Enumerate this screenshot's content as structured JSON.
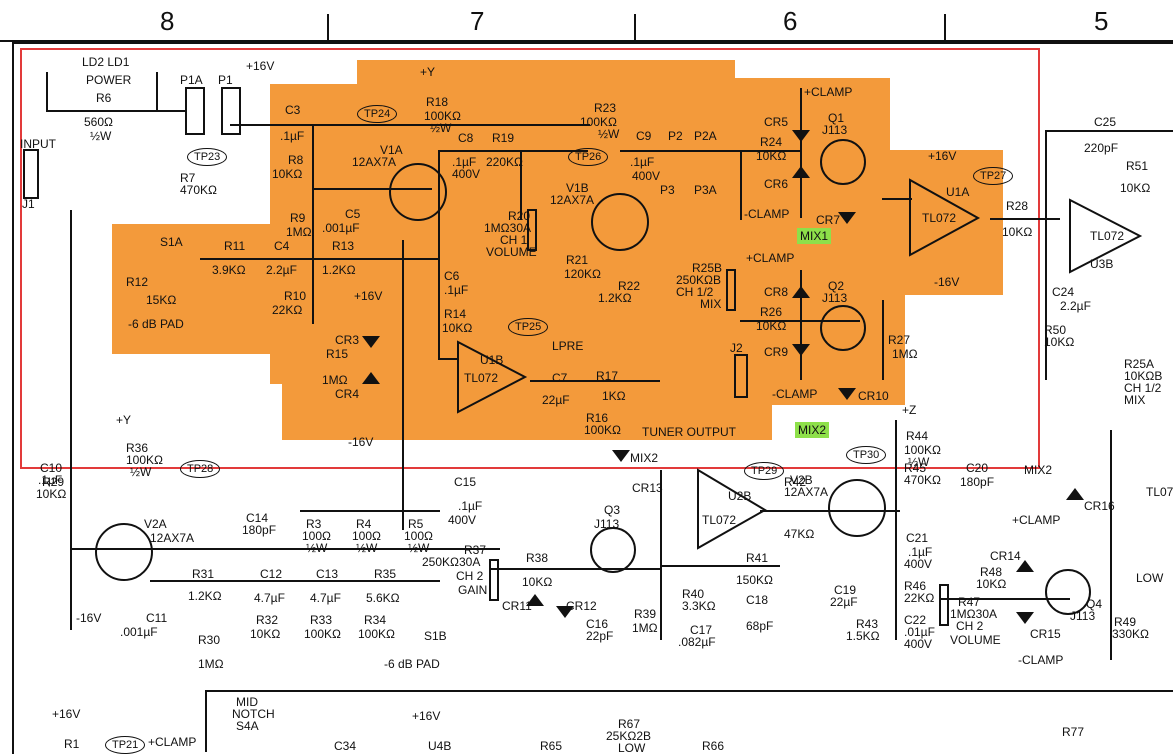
{
  "zones": [
    "8",
    "7",
    "6",
    "5"
  ],
  "highlight_color": "#f39a3b",
  "selection_color": "#e23a3a",
  "net_color": "#8ee04a",
  "test_points": [
    "TP24",
    "TP23",
    "TP26",
    "TP27",
    "TP25",
    "TP28",
    "TP29",
    "TP30",
    "TP21"
  ],
  "net_labels": [
    "MIX1",
    "MIX2"
  ],
  "labels": {
    "ld": "LD2 LD1",
    "power": "POWER",
    "p1a": "P1A",
    "p1": "P1",
    "v16": "+16V",
    "r6": "R6",
    "r6v": "560Ω",
    "r6w": "½W",
    "input": "INPUT",
    "j1": "J1",
    "r7": "R7",
    "r7v": "470KΩ",
    "c3": "C3",
    "c3v": ".1µF",
    "r8": "R8",
    "r8v": "10KΩ",
    "r9": "R9",
    "r9v": "1MΩ",
    "c5": "C5",
    "c5v": ".001µF",
    "s1a": "S1A",
    "r11": "R11",
    "r11v": "3.9KΩ",
    "c4": "C4",
    "c4v": "2.2µF",
    "r13": "R13",
    "r13v": "1.2KΩ",
    "r12": "R12",
    "r12v": "15KΩ",
    "r10": "R10",
    "r10v": "22KΩ",
    "pad": "-6 dB PAD",
    "v1a": "V1A",
    "v1at": "12AX7A",
    "r18": "R18",
    "r18v": "100KΩ",
    "r18w": "½W",
    "vy": "+Y",
    "c8": "C8",
    "c8v": ".1µF",
    "c8w": "400V",
    "r19": "R19",
    "r19v": "220KΩ",
    "c6": "C6",
    "c6v": ".1µF",
    "r14": "R14",
    "r14v": "10KΩ",
    "cr3": "CR3",
    "cr4": "CR4",
    "r15": "R15",
    "r15v": "1MΩ",
    "m16": "-16V",
    "r20": "R20",
    "r20v": "1MΩ30A",
    "r20c": "CH 1",
    "volume": "VOLUME",
    "r21": "R21",
    "r21v": "120KΩ",
    "r23": "R23",
    "r23v": "100KΩ",
    "r23w": "½W",
    "c9": "C9",
    "c9v": ".1µF",
    "c9w": "400V",
    "p2": "P2",
    "p2a": "P2A",
    "p3": "P3",
    "p3a": "P3A",
    "v1b": "V1B",
    "v1bt": "12AX7A",
    "r22": "R22",
    "r22v": "1.2KΩ",
    "u1b": "U1B",
    "tl072": "TL072",
    "lpre": "LPRE",
    "c7": "C7",
    "c7v": "22µF",
    "r17": "R17",
    "r17v": "1KΩ",
    "r16": "R16",
    "r16v": "100KΩ",
    "tuner": "TUNER OUTPUT",
    "j2": "J2",
    "r25b": "R25B",
    "r25bv": "250KΩB",
    "r25bc": "CH 1/2",
    "mix": "MIX",
    "clamp": "+CLAMP",
    "mclamp": "-CLAMP",
    "cr5": "CR5",
    "cr6": "CR6",
    "cr7": "CR7",
    "cr8": "CR8",
    "cr9": "CR9",
    "cr10": "CR10",
    "r24": "R24",
    "r24v": "10KΩ",
    "r26": "R26",
    "r26v": "10KΩ",
    "q1": "Q1",
    "q2": "Q2",
    "j113": "J113",
    "r27": "R27",
    "r27v": "1MΩ",
    "u1a": "U1A",
    "m16v": "-16V",
    "r28": "R28",
    "r28v": "10KΩ",
    "c25": "C25",
    "c25v": "220pF",
    "r51": "R51",
    "r51v": "10KΩ",
    "u3b": "U3B",
    "c24": "C24",
    "c24v": "2.2µF",
    "r50": "R50",
    "r50v": "10KΩ",
    "r25a": "R25A",
    "r25av": "10KΩB",
    "r25ac": "CH 1/2",
    "mix2": "MIX",
    "r36": "R36",
    "r36v": "100KΩ",
    "r36w": "½W",
    "c10": "C10",
    "c10v": ".1µF",
    "r29": "R29",
    "r29v": "10KΩ",
    "c14": "C14",
    "c14v": "180pF",
    "v2a": "V2A",
    "v2at": "12AX7A",
    "m16b": "-16V",
    "c11": "C11",
    "c11v": ".001µF",
    "r30": "R30",
    "r30v": "1MΩ",
    "r31": "R31",
    "r31v": "1.2KΩ",
    "c12": "C12",
    "c12v": "4.7µF",
    "c13": "C13",
    "c13v": "4.7µF",
    "r35": "R35",
    "r35v": "5.6KΩ",
    "r32": "R32",
    "r32v": "10KΩ",
    "r33": "R33",
    "r33v": "100KΩ",
    "r34": "R34",
    "r34v": "100KΩ",
    "s1b": "S1B",
    "pad2": "-6 dB PAD",
    "r3": "R3",
    "r3v": "100Ω",
    "r3w": "½W",
    "r4": "R4",
    "r4v": "100Ω",
    "r4w": "½W",
    "r5": "R5",
    "r5v": "100Ω",
    "r5w": "½W",
    "c15": "C15",
    "c15v": ".1µF",
    "c15w": "400V",
    "r37": "R37",
    "r37v": "250KΩ30A",
    "r37c": "CH 2",
    "gain": "GAIN",
    "r38": "R38",
    "r38v": "10KΩ",
    "cr11": "CR11",
    "cr12": "CR12",
    "cr13": "CR13",
    "q3": "Q3",
    "c16": "C16",
    "c16v": "22pF",
    "r39": "R39",
    "r39v": "1MΩ",
    "mixnet": "MIX2",
    "u2b": "U2B",
    "r42": "R42",
    "r42v": "47KΩ",
    "r40": "R40",
    "r40v": "3.3KΩ",
    "r41": "R41",
    "r41v": "150KΩ",
    "c17": "C17",
    "c17v": ".082µF",
    "c18": "C18",
    "c18v": "68pF",
    "vz": "+Z",
    "r44": "R44",
    "r44v": "100KΩ",
    "r44w": "½W",
    "v2b": "V2B",
    "v2bt": "12AX7A",
    "r45": "R45",
    "r45v": "470KΩ",
    "c20": "C20",
    "c20v": "180pF",
    "c21": "C21",
    "c21v": ".1µF",
    "c21w": "400V",
    "c19": "C19",
    "c19v": "22µF",
    "r43": "R43",
    "r43v": "1.5KΩ",
    "r46": "R46",
    "r46v": "22KΩ",
    "c22": "C22",
    "c22v": ".01µF",
    "c22w": "400V",
    "r47": "R47",
    "r47v": "1MΩ30A",
    "r47c": "CH 2",
    "volume2": "VOLUME",
    "mixnet2": "MIX2",
    "clamp2": "+CLAMP",
    "cr14": "CR14",
    "cr15": "CR15",
    "cr16": "CR16",
    "r48": "R48",
    "r48v": "10KΩ",
    "q4": "Q4",
    "mclamp2": "-CLAMP",
    "r49": "R49",
    "r49v": "330KΩ",
    "low": "LOW",
    "mid": "MID",
    "notch": "NOTCH",
    "s4a": "S4A",
    "r67": "R67",
    "r67v": "25KΩ2B",
    "r67c": "LOW",
    "r65": "R65",
    "r66": "R66",
    "r77": "R77",
    "c34": "C34",
    "u4b": "U4B",
    "r1": "R1",
    "clamp3": "+CLAMP",
    "v16b": "+16V",
    "v16c": "+16V",
    "v16d": "+16V",
    "v16e": "+16V",
    "vy2": "+Y",
    "vy3": "+Y",
    "tl072b": "TL072",
    "tl072c": "TL072",
    "tl072d": "TL072",
    "tl072e": "TL07",
    "u3": "U3",
    "clampv": "-CLAMP",
    "cr16b": "+16V"
  }
}
